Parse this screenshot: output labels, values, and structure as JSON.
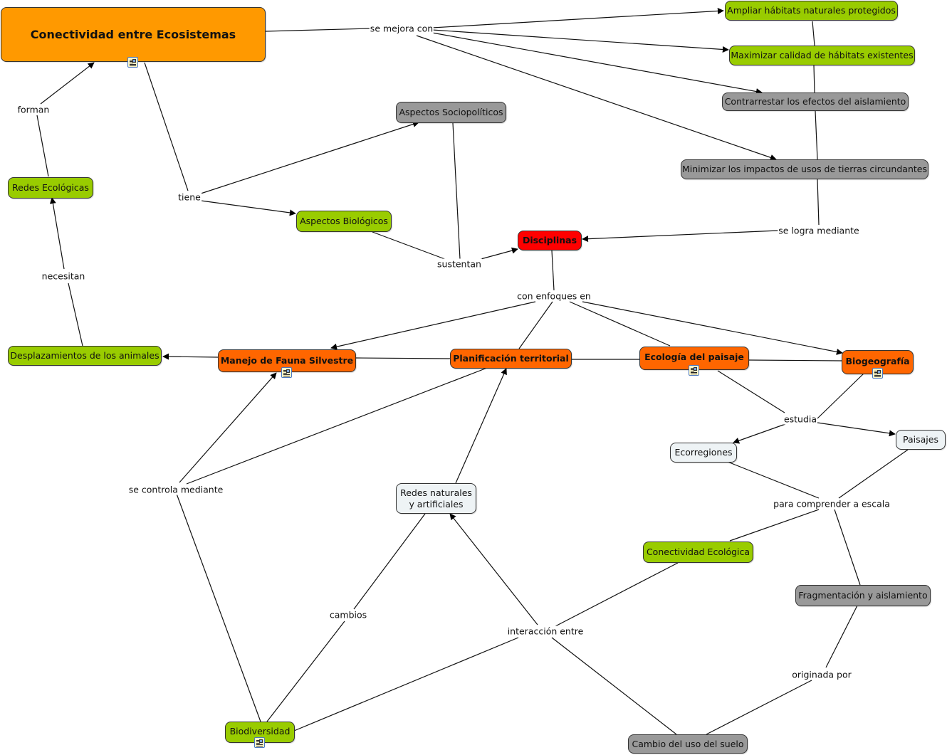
{
  "colors": {
    "orange_main": "#ff9900",
    "orange": "#ff6600",
    "red": "#ff0000",
    "green": "#99cc00",
    "gray": "#999999",
    "light": "#eef3f5",
    "line": "#111111"
  },
  "concepts": {
    "conectividad_ecosistemas": "Conectividad entre Ecosistemas",
    "ampliar": "Ampliar hábitats naturales protegidos",
    "maximizar": "Maximizar calidad de hábitats existentes",
    "contrarrestar": "Contrarrestar los efectos del aislamiento",
    "minimizar": "Minimizar los impactos de usos de tierras circundantes",
    "sociopoliticos": "Aspectos Sociopolíticos",
    "biologicos": "Aspectos Biológicos",
    "disciplinas": "Disciplinas",
    "redes_ecologicas": "Redes Ecológicas",
    "desplazamientos": "Desplazamientos de los animales",
    "manejo_fauna": "Manejo de Fauna Silvestre",
    "planificacion": "Planificación territorial",
    "ecologia_paisaje": "Ecología del paisaje",
    "biogeografia": "Biogeografía",
    "ecorregiones": "Ecorregiones",
    "paisajes": "Paisajes",
    "redes_naturales": "Redes naturales\ny artificiales",
    "conectividad_ecologica": "Conectividad Ecológica",
    "fragmentacion": "Fragmentación y aislamiento",
    "biodiversidad": "Biodiversidad",
    "cambio_suelo": "Cambio del uso del suelo"
  },
  "linking_phrases": {
    "se_mejora_con": "se mejora con",
    "forman": "forman",
    "tiene": "tiene",
    "necesitan": "necesitan",
    "sustentan": "sustentan",
    "se_logra_mediante": "se logra mediante",
    "con_enfoques_en": "con enfoques en",
    "estudia": "estudia",
    "se_controla_mediante": "se controla mediante",
    "para_comprender_a_escala": "para comprender a escala",
    "cambios": "cambios",
    "interaccion_entre": "interacción entre",
    "originada_por": "originada por"
  },
  "resource_icons": [
    "document-resource-icon"
  ]
}
